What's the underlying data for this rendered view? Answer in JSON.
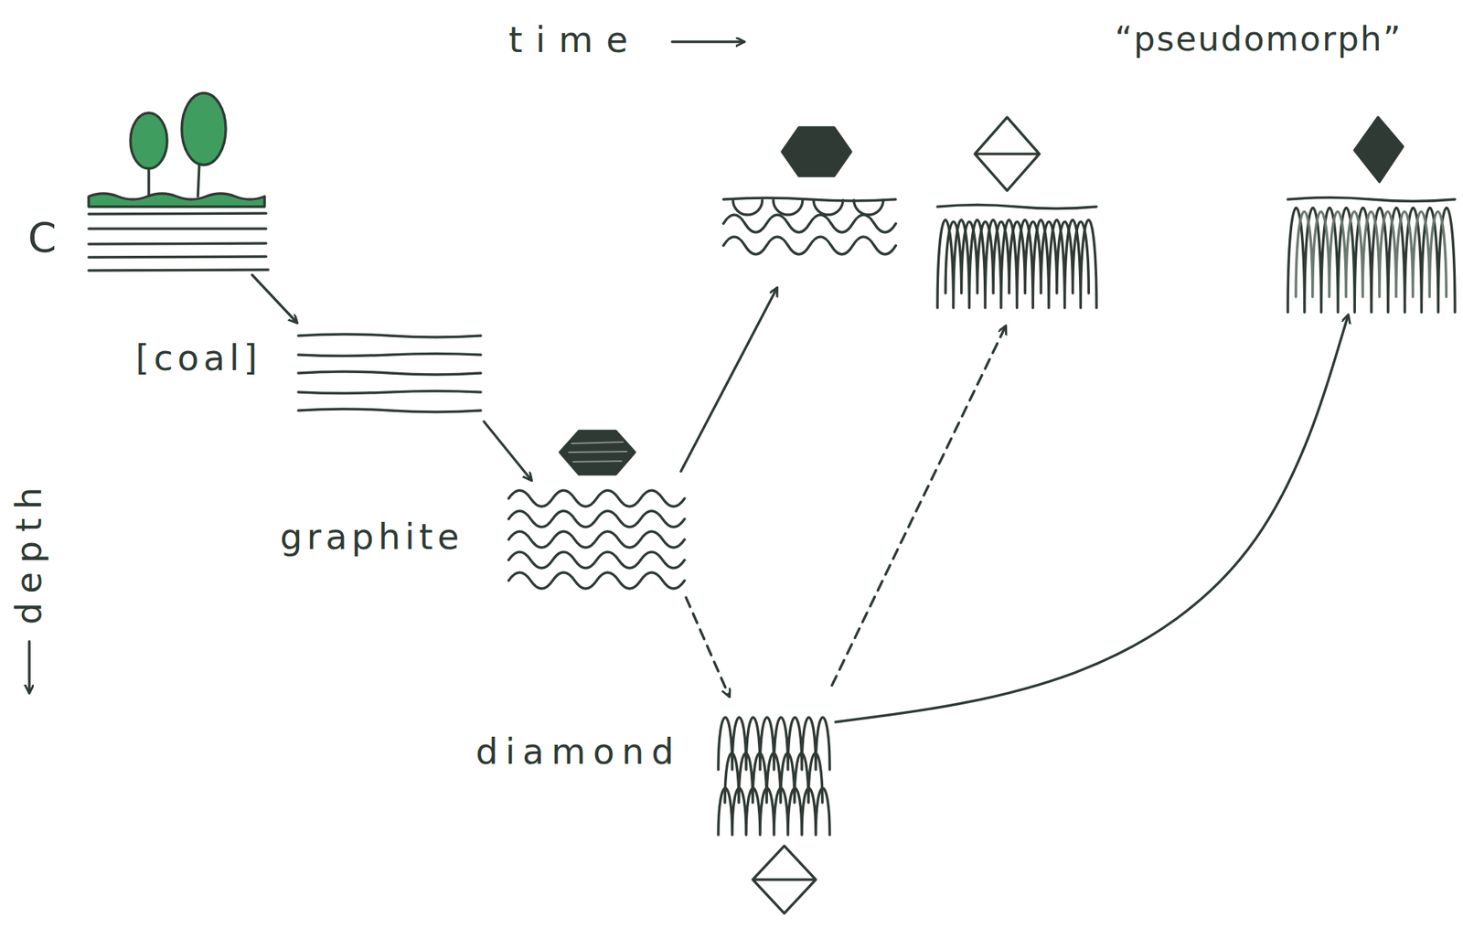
{
  "diagram": {
    "nodes": [
      {
        "text": [
          "C"
        ]
      },
      {
        "text": [
          "[coal]"
        ]
      },
      {
        "text": [
          "graphite"
        ]
      },
      {
        "text": [
          "diamond"
        ]
      },
      {
        "text": [
          "“pseudomorph”"
        ]
      }
    ],
    "edges": [
      {
        "from": 0,
        "to": 1,
        "arrow": "to"
      },
      {
        "from": 1,
        "to": 2,
        "arrow": "to"
      },
      {
        "from": 2,
        "to": 3,
        "arrow": "to"
      },
      {
        "from": 3,
        "to": 4,
        "arrow": "to"
      }
    ],
    "labels": [
      "time",
      "depth"
    ]
  }
}
